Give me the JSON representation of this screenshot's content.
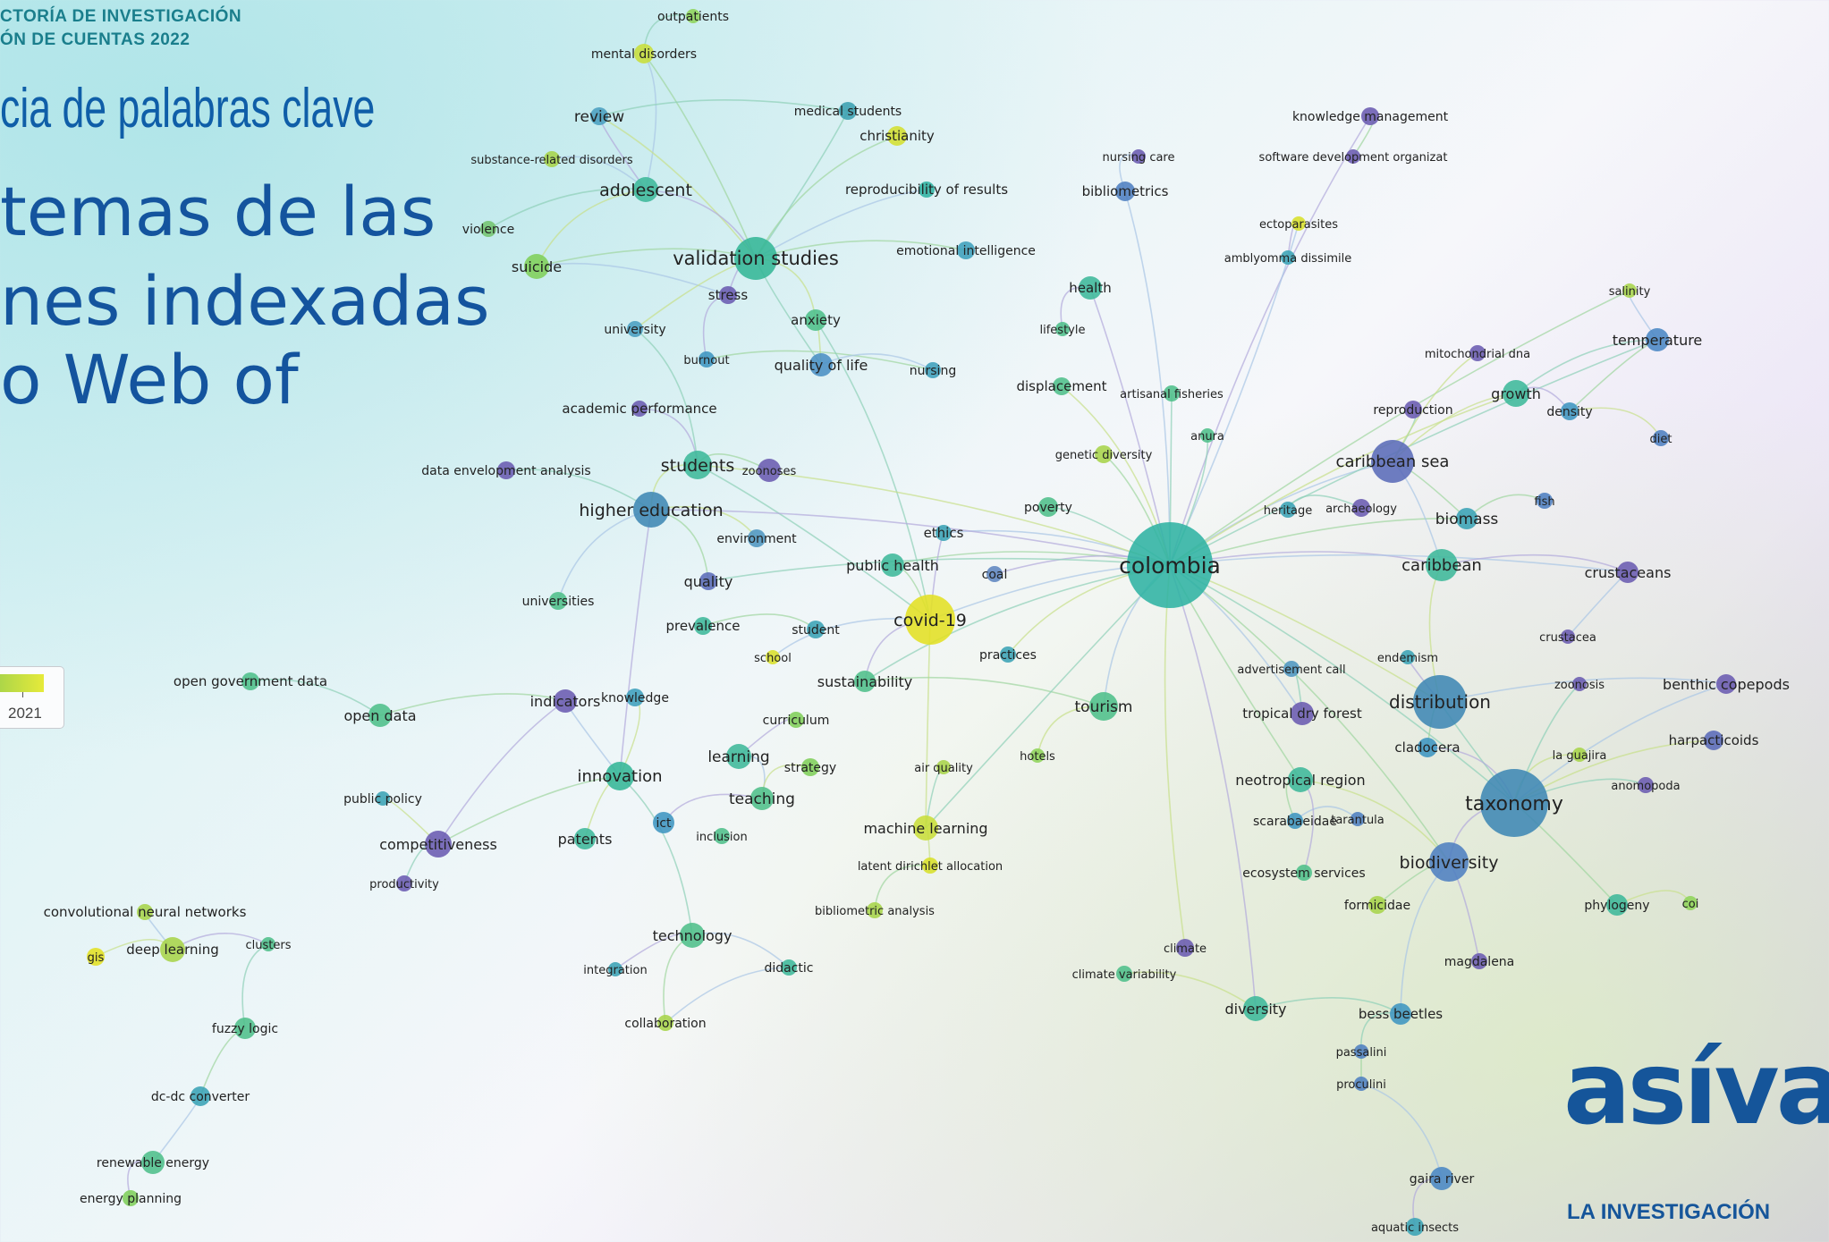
{
  "header": {
    "line1": "CTORÍA DE INVESTIGACIÓN",
    "line2": "ÓN DE CUENTAS 2022"
  },
  "slide_title": "cia de palabras clave",
  "subtitle": {
    "line1": "temas de las",
    "line2": "nes indexadas",
    "line3": "o Web of"
  },
  "legend": {
    "year_label": "2021"
  },
  "logo": {
    "main": "asíva",
    "sub": "LA INVESTIGACIÓN"
  },
  "colors": {
    "blue": "#15559a",
    "teal": "#2fb3a3",
    "purple": "#6a5bb0",
    "yellow": "#d9e021"
  },
  "network": {
    "nodes": [
      {
        "id": "outpatients",
        "label": "outpatients",
        "size": 14
      },
      {
        "id": "mental_disorders",
        "label": "mental disorders",
        "size": 14
      },
      {
        "id": "review",
        "label": "review",
        "size": 17
      },
      {
        "id": "medical_students",
        "label": "medical students",
        "size": 14
      },
      {
        "id": "christianity",
        "label": "christianity",
        "size": 15
      },
      {
        "id": "substance",
        "label": "substance-related disorders",
        "size": 13
      },
      {
        "id": "adolescent",
        "label": "adolescent",
        "size": 19
      },
      {
        "id": "reproducibility",
        "label": "reproducibility of results",
        "size": 15
      },
      {
        "id": "violence",
        "label": "violence",
        "size": 14
      },
      {
        "id": "suicide",
        "label": "suicide",
        "size": 16
      },
      {
        "id": "validation",
        "label": "validation studies",
        "size": 21
      },
      {
        "id": "emotional",
        "label": "emotional intelligence",
        "size": 14
      },
      {
        "id": "stress",
        "label": "stress",
        "size": 15
      },
      {
        "id": "anxiety",
        "label": "anxiety",
        "size": 15
      },
      {
        "id": "university",
        "label": "university",
        "size": 14
      },
      {
        "id": "burnout",
        "label": "burnout",
        "size": 13
      },
      {
        "id": "quality_of_life",
        "label": "quality of life",
        "size": 16
      },
      {
        "id": "nursing",
        "label": "nursing",
        "size": 14
      },
      {
        "id": "academic",
        "label": "academic performance",
        "size": 15
      },
      {
        "id": "dea",
        "label": "data envelopment analysis",
        "size": 14
      },
      {
        "id": "students",
        "label": "students",
        "size": 19
      },
      {
        "id": "zoonoses",
        "label": "zoonoses",
        "size": 13
      },
      {
        "id": "higher_ed",
        "label": "higher education",
        "size": 19
      },
      {
        "id": "environment",
        "label": "environment",
        "size": 14
      },
      {
        "id": "ethics",
        "label": "ethics",
        "size": 15
      },
      {
        "id": "public_health",
        "label": "public health",
        "size": 16
      },
      {
        "id": "coal",
        "label": "coal",
        "size": 14
      },
      {
        "id": "quality",
        "label": "quality",
        "size": 16
      },
      {
        "id": "universities",
        "label": "universities",
        "size": 14
      },
      {
        "id": "prevalence",
        "label": "prevalence",
        "size": 15
      },
      {
        "id": "student",
        "label": "student",
        "size": 14
      },
      {
        "id": "covid",
        "label": "covid-19",
        "size": 19
      },
      {
        "id": "school",
        "label": "school",
        "size": 13
      },
      {
        "id": "practices",
        "label": "practices",
        "size": 14
      },
      {
        "id": "open_gov",
        "label": "open government data",
        "size": 15
      },
      {
        "id": "open_data",
        "label": "open data",
        "size": 16
      },
      {
        "id": "indicators",
        "label": "indicators",
        "size": 16
      },
      {
        "id": "knowledge",
        "label": "knowledge",
        "size": 14
      },
      {
        "id": "sustainability",
        "label": "sustainability",
        "size": 16
      },
      {
        "id": "curriculum",
        "label": "curriculum",
        "size": 14
      },
      {
        "id": "learning",
        "label": "learning",
        "size": 17
      },
      {
        "id": "strategy",
        "label": "strategy",
        "size": 14
      },
      {
        "id": "air_quality",
        "label": "air quality",
        "size": 13
      },
      {
        "id": "hotels",
        "label": "hotels",
        "size": 13
      },
      {
        "id": "innovation",
        "label": "innovation",
        "size": 18
      },
      {
        "id": "teaching",
        "label": "teaching",
        "size": 17
      },
      {
        "id": "public_policy",
        "label": "public policy",
        "size": 14
      },
      {
        "id": "competitiveness",
        "label": "competitiveness",
        "size": 16
      },
      {
        "id": "patents",
        "label": "patents",
        "size": 16
      },
      {
        "id": "ict",
        "label": "ict",
        "size": 14
      },
      {
        "id": "inclusion",
        "label": "inclusion",
        "size": 13
      },
      {
        "id": "machine_learning",
        "label": "machine learning",
        "size": 16
      },
      {
        "id": "lda",
        "label": "latent dirichlet allocation",
        "size": 13
      },
      {
        "id": "productivity",
        "label": "productivity",
        "size": 13
      },
      {
        "id": "cnn",
        "label": "convolutional neural networks",
        "size": 15
      },
      {
        "id": "bibliometric_analysis",
        "label": "bibliometric analysis",
        "size": 13
      },
      {
        "id": "deep_learning",
        "label": "deep learning",
        "size": 15
      },
      {
        "id": "clusters",
        "label": "clusters",
        "size": 13
      },
      {
        "id": "gis",
        "label": "gis",
        "size": 13
      },
      {
        "id": "technology",
        "label": "technology",
        "size": 16
      },
      {
        "id": "integration",
        "label": "integration",
        "size": 13
      },
      {
        "id": "didactic",
        "label": "didactic",
        "size": 14
      },
      {
        "id": "collaboration",
        "label": "collaboration",
        "size": 14
      },
      {
        "id": "fuzzy",
        "label": "fuzzy logic",
        "size": 14
      },
      {
        "id": "dcdc",
        "label": "dc-dc converter",
        "size": 14
      },
      {
        "id": "renewable",
        "label": "renewable energy",
        "size": 14
      },
      {
        "id": "energy_planning",
        "label": "energy planning",
        "size": 14
      },
      {
        "id": "knowledge_mgmt",
        "label": "knowledge management",
        "size": 14
      },
      {
        "id": "nursing_care",
        "label": "nursing care",
        "size": 13
      },
      {
        "id": "software",
        "label": "software development organizat",
        "size": 13
      },
      {
        "id": "bibliometrics",
        "label": "bibliometrics",
        "size": 15
      },
      {
        "id": "ectoparasites",
        "label": "ectoparasites",
        "size": 13
      },
      {
        "id": "amblyomma",
        "label": "amblyomma dissimile",
        "size": 13
      },
      {
        "id": "health",
        "label": "health",
        "size": 15
      },
      {
        "id": "salinity",
        "label": "salinity",
        "size": 13
      },
      {
        "id": "lifestyle",
        "label": "lifestyle",
        "size": 13
      },
      {
        "id": "temperature",
        "label": "temperature",
        "size": 16
      },
      {
        "id": "mito",
        "label": "mitochondrial dna",
        "size": 13
      },
      {
        "id": "displacement",
        "label": "displacement",
        "size": 15
      },
      {
        "id": "artisanal",
        "label": "artisanal fisheries",
        "size": 13
      },
      {
        "id": "growth",
        "label": "growth",
        "size": 16
      },
      {
        "id": "reproduction",
        "label": "reproduction",
        "size": 14
      },
      {
        "id": "density",
        "label": "density",
        "size": 14
      },
      {
        "id": "anura",
        "label": "anura",
        "size": 13
      },
      {
        "id": "diet",
        "label": "diet",
        "size": 13
      },
      {
        "id": "genetic_div",
        "label": "genetic diversity",
        "size": 13
      },
      {
        "id": "caribbean_sea",
        "label": "caribbean sea",
        "size": 18
      },
      {
        "id": "poverty",
        "label": "poverty",
        "size": 14
      },
      {
        "id": "heritage",
        "label": "heritage",
        "size": 13
      },
      {
        "id": "archaeology",
        "label": "archaeology",
        "size": 13
      },
      {
        "id": "biomass",
        "label": "biomass",
        "size": 17
      },
      {
        "id": "fish",
        "label": "fish",
        "size": 13
      },
      {
        "id": "colombia",
        "label": "colombia",
        "size": 25
      },
      {
        "id": "caribbean",
        "label": "caribbean",
        "size": 18
      },
      {
        "id": "crustaceans",
        "label": "crustaceans",
        "size": 16
      },
      {
        "id": "endemism",
        "label": "endemism",
        "size": 13
      },
      {
        "id": "crustacea",
        "label": "crustacea",
        "size": 13
      },
      {
        "id": "advertisement",
        "label": "advertisement call",
        "size": 13
      },
      {
        "id": "distribution",
        "label": "distribution",
        "size": 20
      },
      {
        "id": "zoonosis",
        "label": "zoonosis",
        "size": 13
      },
      {
        "id": "benthic",
        "label": "benthic copepods",
        "size": 16
      },
      {
        "id": "tourism",
        "label": "tourism",
        "size": 17
      },
      {
        "id": "tropical_dry",
        "label": "tropical dry forest",
        "size": 15
      },
      {
        "id": "cladocera",
        "label": "cladocera",
        "size": 15
      },
      {
        "id": "la_guajira",
        "label": "la guajira",
        "size": 13
      },
      {
        "id": "harpacticoids",
        "label": "harpacticoids",
        "size": 15
      },
      {
        "id": "neotropical",
        "label": "neotropical region",
        "size": 16
      },
      {
        "id": "anomopoda",
        "label": "anomopoda",
        "size": 13
      },
      {
        "id": "taxonomy",
        "label": "taxonomy",
        "size": 22
      },
      {
        "id": "scarabaeidae",
        "label": "scarabaeidae",
        "size": 14
      },
      {
        "id": "tarantula",
        "label": "tarantula",
        "size": 13
      },
      {
        "id": "ecosystem",
        "label": "ecosystem services",
        "size": 14
      },
      {
        "id": "biodiversity",
        "label": "biodiversity",
        "size": 19
      },
      {
        "id": "formicidae",
        "label": "formicidae",
        "size": 14
      },
      {
        "id": "phylogeny",
        "label": "phylogeny",
        "size": 14
      },
      {
        "id": "coi",
        "label": "coi",
        "size": 13
      },
      {
        "id": "climate",
        "label": "climate",
        "size": 13
      },
      {
        "id": "magdalena",
        "label": "magdalena",
        "size": 14
      },
      {
        "id": "climate_var",
        "label": "climate variability",
        "size": 13
      },
      {
        "id": "diversity",
        "label": "diversity",
        "size": 16
      },
      {
        "id": "bess_beetles",
        "label": "bess beetles",
        "size": 15
      },
      {
        "id": "passalini",
        "label": "passalini",
        "size": 13
      },
      {
        "id": "proculini",
        "label": "proculini",
        "size": 13
      },
      {
        "id": "gaira_river",
        "label": "gaira river",
        "size": 14
      },
      {
        "id": "aquatic_insects",
        "label": "aquatic insects",
        "size": 13
      }
    ]
  }
}
